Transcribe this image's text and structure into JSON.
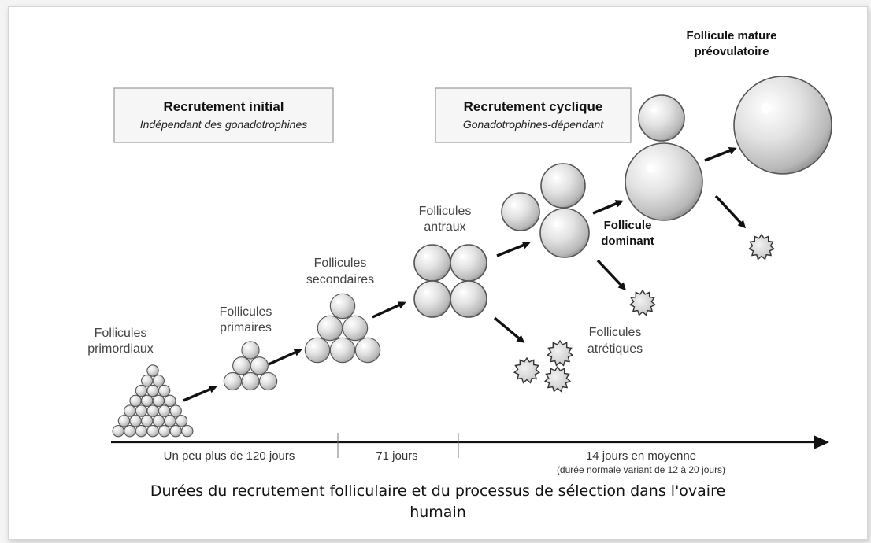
{
  "boxes": {
    "initial": {
      "title": "Recrutement initial",
      "subtitle": "Indépendant des gonadotrophines"
    },
    "cyclic": {
      "title": "Recrutement cyclique",
      "subtitle": "Gonadotrophines-dépendant"
    }
  },
  "stages": {
    "primordial": [
      "Follicules",
      "primordiaux"
    ],
    "primary": [
      "Follicules",
      "primaires"
    ],
    "secondary": [
      "Follicules",
      "secondaires"
    ],
    "antral": [
      "Follicules",
      "antraux"
    ],
    "dominant": [
      "Follicule",
      "dominant"
    ],
    "mature": [
      "Follicule mature",
      "préovulatoire"
    ],
    "atretic": [
      "Follicules",
      "atrétiques"
    ]
  },
  "timeline": {
    "phase1": "Un peu plus de 120 jours",
    "phase2": "71 jours",
    "phase3": "14 jours en moyenne",
    "phase3_note": "(durée normale variant de 12 à 20 jours)"
  },
  "caption": {
    "line1": "Durées du recrutement folliculaire et du processus de sélection dans l'ovaire",
    "line2": "humain"
  },
  "colors": {
    "follicle_fill": "#d9d9d9",
    "follicle_stroke": "#555555",
    "arrow": "#111111"
  }
}
